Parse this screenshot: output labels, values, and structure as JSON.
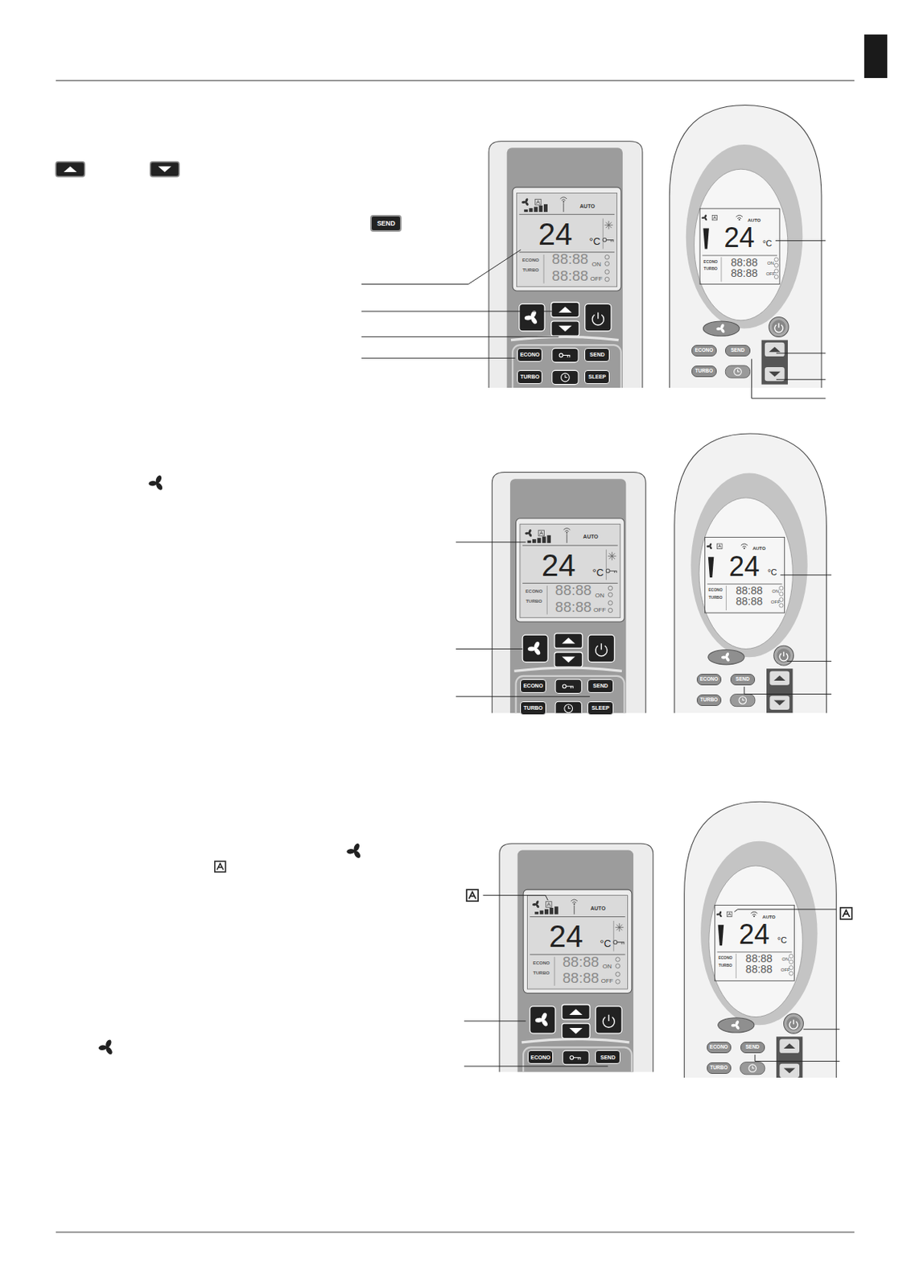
{
  "diagram": {
    "nodes": [
      {
        "text": [
          "SEND"
        ]
      },
      {
        "text": [
          "ECONO"
        ]
      },
      {
        "text": [
          "SEND"
        ]
      },
      {
        "text": [
          "TURBO"
        ]
      },
      {
        "text": [
          "SLEEP"
        ]
      },
      {
        "text": [
          "ECONO"
        ]
      },
      {
        "text": [
          "SEND"
        ]
      },
      {
        "text": [
          "TURBO"
        ]
      },
      {
        "text": [
          "ECONO"
        ]
      },
      {
        "text": [
          "SEND"
        ]
      },
      {
        "text": [
          "TURBO"
        ]
      },
      {
        "text": [
          "SLEEP"
        ]
      },
      {
        "text": [
          "ECONO"
        ]
      },
      {
        "text": [
          "SEND"
        ]
      },
      {
        "text": [
          "TURBO"
        ]
      },
      {
        "text": [
          "ECONO"
        ]
      },
      {
        "text": [
          "SEND"
        ]
      },
      {
        "text": [
          "ECONO"
        ]
      },
      {
        "text": [
          "SEND"
        ]
      },
      {
        "text": [
          "TURBO"
        ]
      }
    ],
    "labels": [
      "AUTO",
      "24",
      "°C",
      "ECONO",
      "TURBO",
      "88:88",
      "ON",
      "88:88",
      "OFF",
      "AUTO",
      "24",
      "°C",
      "ECONO",
      "TURBO",
      "88:88",
      "ON",
      "88:88",
      "OFF",
      "AUTO",
      "24",
      "°C",
      "ECONO",
      "TURBO",
      "88:88",
      "ON",
      "88:88",
      "OFF",
      "AUTO",
      "24",
      "°C",
      "ECONO",
      "TURBO",
      "88:88",
      "ON",
      "88:88",
      "OFF",
      "AUTO",
      "24",
      "°C",
      "ECONO",
      "TURBO",
      "88:88",
      "ON",
      "88:88",
      "OFF",
      "AUTO",
      "24",
      "°C",
      "ECONO",
      "TURBO",
      "88:88",
      "ON",
      "88:88",
      "OFF"
    ]
  }
}
